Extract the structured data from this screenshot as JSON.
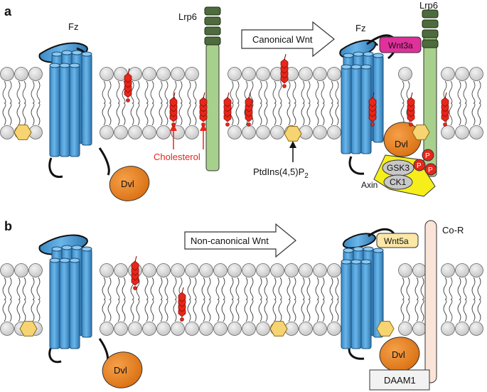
{
  "panels": {
    "a": {
      "letter": "a",
      "arrow_label": "Canonical Wnt",
      "fz_left": "Fz",
      "fz_right": "Fz",
      "lrp6_left": "Lrp6",
      "lrp6_right": "Lrp6",
      "wnt": "Wnt3a",
      "cholesterol": "Cholesterol",
      "pip2_main": "PtdIns(4,5)P",
      "pip2_sub": "2",
      "dvl_free": "Dvl",
      "dvl_bound": "Dvl",
      "gsk3": "GSK3",
      "ck1": "CK1",
      "axin": "Axin",
      "p1": "P",
      "p2": "P",
      "p3": "P"
    },
    "b": {
      "letter": "b",
      "arrow_label": "Non-canonical Wnt",
      "wnt": "Wnt5a",
      "coreceptor": "Co-R",
      "dvl_free": "Dvl",
      "dvl_bound": "Dvl",
      "daam": "DAAM1"
    }
  },
  "colors": {
    "receptor": "#4a9fd8",
    "cholesterol": "#e8261a",
    "pip2": "#f7d472",
    "dvl": "#e8851a",
    "lrp6_dark": "#4d6b3c",
    "lrp6_stalk": "#a8d08d",
    "wnt3a": "#e0309b",
    "wnt5a": "#fbe7a6",
    "gsk3": "#c8c8c8",
    "axin": "#f5ee1a",
    "phospho": "#e8261a",
    "label_red": "#e8261a",
    "coreceptor": "#fae4d8",
    "lipid_head": "#d9d9d9"
  }
}
